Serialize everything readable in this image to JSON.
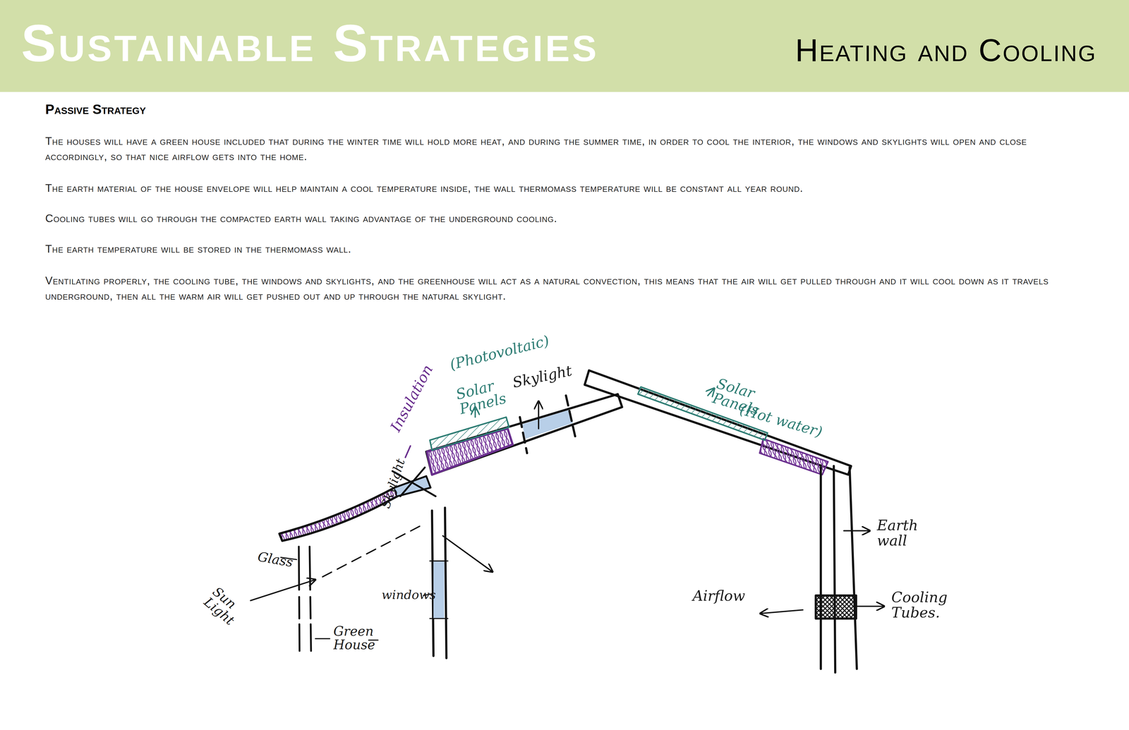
{
  "diagram": {
    "title": "Sustainable Strategies",
    "labels": [
      "Heating and Cooling",
      "Passive Strategy",
      "The houses will have a green house included that during the winter time will hold more heat, and during the summer time, in order to cool the interior, the windows and skylights will open and close accordingly, so that nice airflow gets into the home.",
      "The earth material of the house envelope will help maintain a cool temperature inside, the wall thermomass temperature will be constant all year round.",
      "Cooling tubes will go through the compacted earth wall taking advantage of the underground cooling.",
      "The earth temperature will be stored in the thermomass wall.",
      "Ventilating properly, the cooling tube, the windows and skylights, and the greenhouse will act as a natural convection, this means that the air will get pulled through and it will cool down as it travels underground, then all the warm air will get pushed out and up through the natural skylight.",
      "(Photovoltaic)",
      "Solar Panels",
      "Insulation",
      "Skylight",
      "Solar Panels",
      "(Hot water)",
      "Skylight",
      "Glass",
      "Sun Light",
      "windows",
      "Green House",
      "Earth wall",
      "Airflow",
      "Cooling Tubes."
    ]
  }
}
